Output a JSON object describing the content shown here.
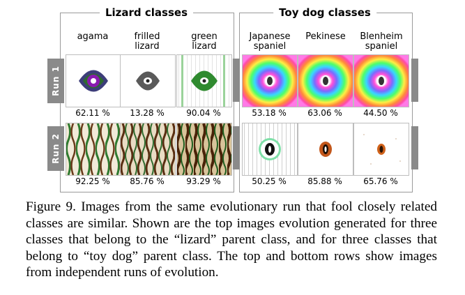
{
  "figure": {
    "panels": [
      {
        "title": "Lizard classes",
        "classes": [
          "agama",
          "frilled\nlizard",
          "green\nlizard"
        ],
        "run1": [
          "62.11 %",
          "13.28 %",
          "90.04 %"
        ],
        "run2": [
          "92.25 %",
          "85.76 %",
          "93.29 %"
        ]
      },
      {
        "title": "Toy dog classes",
        "classes": [
          "Japanese\nspaniel",
          "Pekinese",
          "Blenheim\nspaniel"
        ],
        "run1": [
          "53.18 %",
          "63.06 %",
          "44.50 %"
        ],
        "run2": [
          "50.25 %",
          "85.88 %",
          "65.76 %"
        ]
      }
    ],
    "row_labels": [
      "Run 1",
      "Run 2"
    ],
    "caption": "Figure 9. Images from the same evolutionary run that fool closely related classes are similar. Shown are the top images evolution generated for three classes that belong to the “lizard” parent class, and for three classes that belong to “toy dog” parent class. The top and bottom rows show images from independent runs of evolution."
  }
}
